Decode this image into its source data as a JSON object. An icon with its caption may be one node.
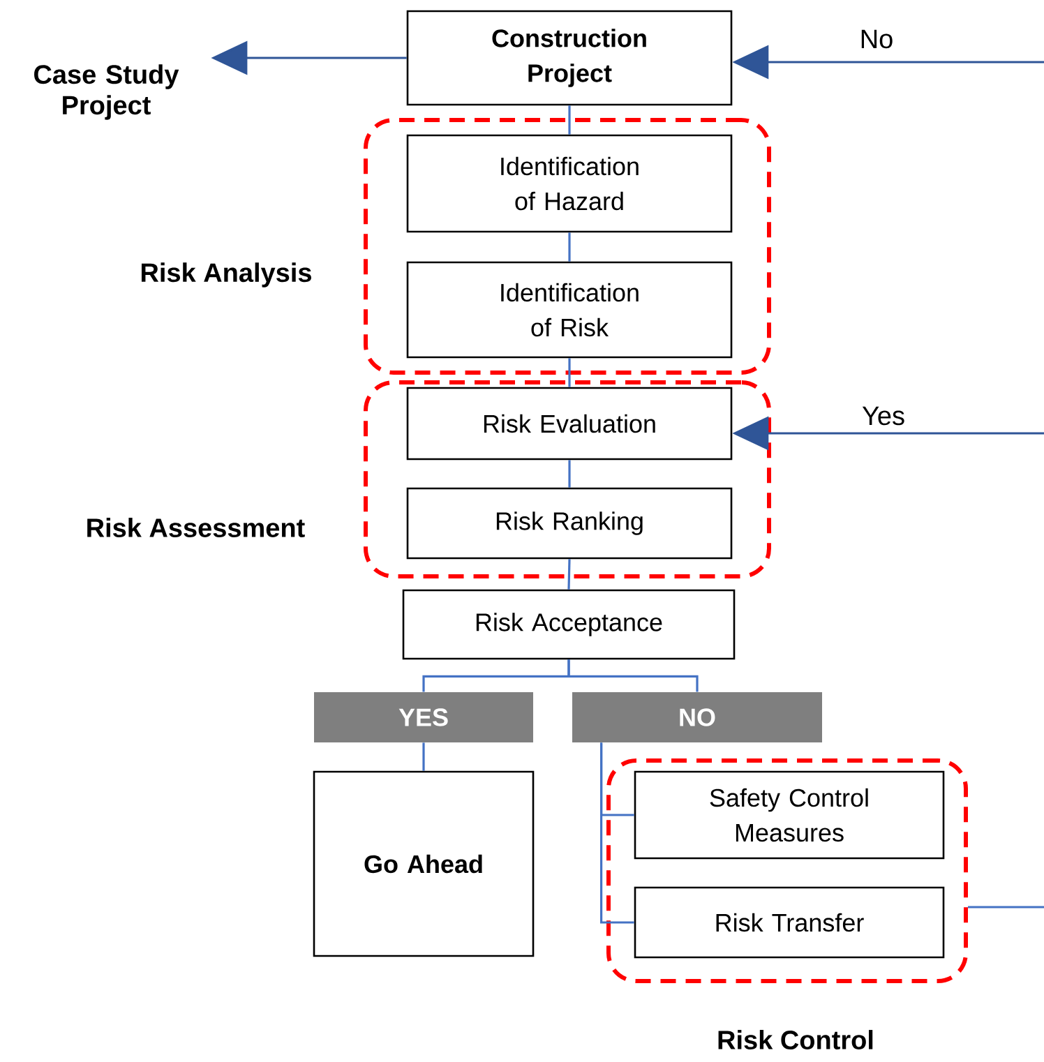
{
  "diagram": {
    "nodes": [
      {
        "text": [
          "Case Study Project"
        ]
      },
      {
        "text": [
          "Construction Project"
        ]
      },
      {
        "text": [
          "Risk Analysis"
        ]
      },
      {
        "text": [
          "Identification of Hazard"
        ],
        "in": 2
      },
      {
        "text": [
          "Identification of Risk"
        ],
        "in": 2
      },
      {
        "text": [
          "Risk Assessment"
        ]
      },
      {
        "text": [
          "Risk Evaluation"
        ],
        "in": 5
      },
      {
        "text": [
          "Risk Ranking"
        ],
        "in": 5
      },
      {
        "text": [
          "Risk Acceptance"
        ]
      },
      {
        "text": [
          "YES"
        ]
      },
      {
        "text": [
          "NO"
        ]
      },
      {
        "text": [
          "Go Ahead"
        ]
      },
      {
        "text": [
          "Risk Control"
        ]
      },
      {
        "text": [
          "Safety Control Measures"
        ],
        "in": 12
      },
      {
        "text": [
          "Risk Transfer"
        ],
        "in": 12
      }
    ],
    "edges": [
      {
        "from": 1,
        "to": 0,
        "arrow": "to"
      },
      {
        "from": null,
        "to": 1,
        "arrow": "to",
        "label": "No"
      },
      {
        "from": null,
        "to": 6,
        "arrow": "to",
        "label": "Yes"
      },
      {
        "from": 1,
        "to": 3,
        "arrow": "none"
      },
      {
        "from": 3,
        "to": 4,
        "arrow": "none"
      },
      {
        "from": 4,
        "to": 6,
        "arrow": "none"
      },
      {
        "from": 6,
        "to": 7,
        "arrow": "none"
      },
      {
        "from": 7,
        "to": 8,
        "arrow": "none"
      },
      {
        "from": 8,
        "to": 9,
        "arrow": "none"
      },
      {
        "from": 8,
        "to": 10,
        "arrow": "none"
      },
      {
        "from": 9,
        "to": 11,
        "arrow": "none"
      },
      {
        "from": 10,
        "to": 13,
        "arrow": "none"
      },
      {
        "from": 10,
        "to": 14,
        "arrow": "none"
      },
      {
        "from": 12,
        "to": null,
        "arrow": "none"
      }
    ]
  }
}
